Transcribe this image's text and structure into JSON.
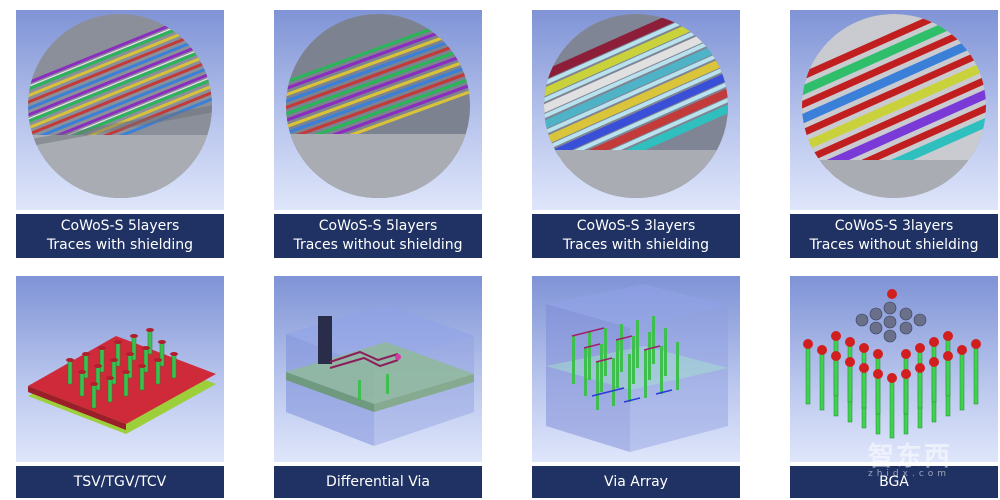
{
  "tiles": [
    {
      "line1": "CoWoS-S 5layers",
      "line2": "Traces with shielding"
    },
    {
      "line1": "CoWoS-S 5layers",
      "line2": "Traces without shielding"
    },
    {
      "line1": "CoWoS-S 3layers",
      "line2": "Traces with shielding"
    },
    {
      "line1": "CoWoS-S 3layers",
      "line2": "Traces without shielding"
    },
    {
      "line1": "TSV/TGV/TCV"
    },
    {
      "line1": "Differential Via"
    },
    {
      "line1": "Via Array"
    },
    {
      "line1": "BGA"
    }
  ],
  "watermark": {
    "main": "智东西",
    "sub": "zhidx.com"
  }
}
